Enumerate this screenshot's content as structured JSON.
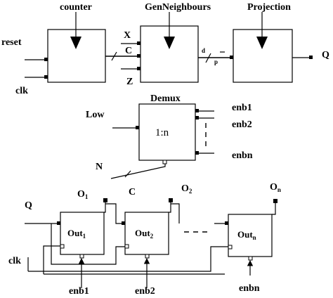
{
  "blocks": {
    "counter": "counter",
    "genneighbours": "GenNeighbours",
    "projection": "Projection",
    "demux": "Demux",
    "demux_ratio": "1:n"
  },
  "signals": {
    "reset": "reset",
    "clk_top": "clk",
    "x": "X",
    "c": "C",
    "z": "Z",
    "d": "d",
    "p": "p",
    "q_out": "Q",
    "low": "Low",
    "n": "N",
    "enb1": "enb1",
    "enb2": "enb2",
    "enbn": "enbn",
    "q_in": "Q",
    "clk_bottom": "clk",
    "c_bottom": "C"
  },
  "out_blocks": [
    {
      "base": "Out",
      "sub": "1",
      "out_label": "O",
      "out_sub": "1",
      "enb": "enb1"
    },
    {
      "base": "Out",
      "sub": "2",
      "out_label": "O",
      "out_sub": "2",
      "enb": "enb2"
    },
    {
      "base": "Out",
      "sub": "n",
      "out_label": "O",
      "out_sub": "n",
      "enb": "enbn"
    }
  ],
  "colors": {
    "ink": "#000000",
    "background": "#ffffff"
  }
}
